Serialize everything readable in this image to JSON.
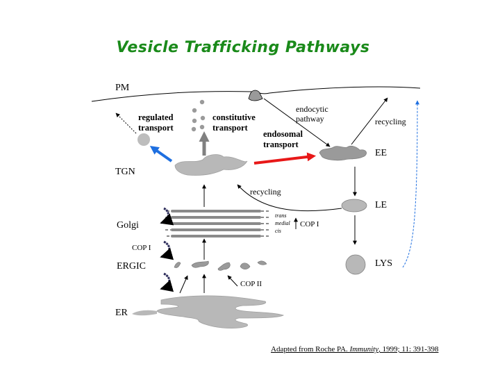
{
  "title": "Vesicle Trafficking Pathways",
  "compartments": {
    "pm": "PM",
    "tgn": "TGN",
    "golgi": "Golgi",
    "ergic": "ERGIC",
    "er": "ER",
    "ee": "EE",
    "le": "LE",
    "lys": "LYS"
  },
  "pathways": {
    "regulated": [
      "regulated",
      "transport"
    ],
    "constitutive": [
      "constitutive",
      "transport"
    ],
    "endosomal": [
      "endosomal",
      "transport"
    ],
    "endocytic": [
      "endocytic",
      "pathway"
    ],
    "recycling_right": "recycling",
    "recycling_middle": "recycling",
    "copi_left": "COP I",
    "copi_right": "COP I",
    "copii": "COP II"
  },
  "golgi_cisternae": [
    "trans",
    "medial",
    "cis"
  ],
  "citation": {
    "prefix": "Adapted from Roche PA. ",
    "journal": "Immunity",
    "suffix": ", 1999; 11: 391-398"
  },
  "colors": {
    "title": "#1a8a1a",
    "regulated_arrow": "#1e6fe0",
    "endosomal_arrow": "#e81818",
    "recycling_dashed": "#1e6fe0",
    "organelle_fill": "#b8b8b8",
    "constitutive_arrow": "#808080"
  }
}
